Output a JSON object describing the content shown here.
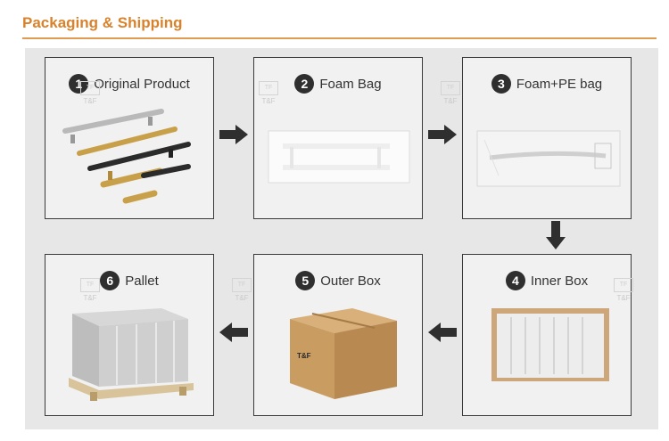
{
  "header": {
    "title": "Packaging & Shipping"
  },
  "watermark": {
    "mark": "TF",
    "text": "T&F"
  },
  "steps": [
    {
      "num": "1",
      "label": "Original Product"
    },
    {
      "num": "2",
      "label": "Foam Bag"
    },
    {
      "num": "3",
      "label": "Foam+PE bag"
    },
    {
      "num": "4",
      "label": "Inner Box"
    },
    {
      "num": "5",
      "label": "Outer Box"
    },
    {
      "num": "6",
      "label": "Pallet"
    }
  ],
  "box_print": {
    "brand": "T&F"
  },
  "colors": {
    "accent": "#d9822b",
    "arrow": "#2f2f2f"
  }
}
